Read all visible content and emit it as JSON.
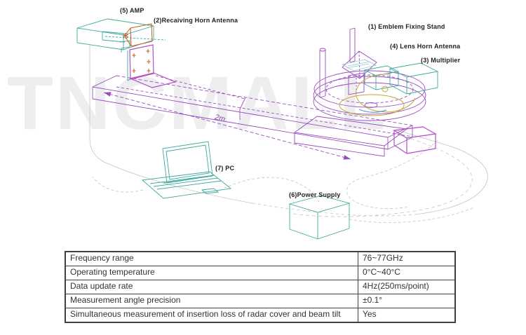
{
  "diagram": {
    "watermark": "TNCMALL",
    "labels": {
      "amp": "(5) AMP",
      "receiving_horn": "(2)Recaiving Horn Antenna",
      "emblem_stand": "(1) Emblem Fixing Stand",
      "lens_horn": "(4) Lens Horn Antenna",
      "multiplier": "(3) Multiplier",
      "pc": "(7) PC",
      "power_supply": "(6)Power Supply",
      "rail_length": "2m"
    },
    "colors": {
      "teal": "#3fa8a0",
      "purple": "#9a4ec0",
      "magenta": "#b44ec8",
      "orange": "#c85a17",
      "tan": "#c8a23a",
      "blue": "#55a0dd",
      "gray": "#c2c2c2"
    }
  },
  "spec_table": {
    "rows": [
      {
        "label": "Frequency range",
        "value": "76~77GHz"
      },
      {
        "label": "Operating temperature",
        "value": "0°C~40°C"
      },
      {
        "label": "Data update rate",
        "value": "4Hz(250ms/point)"
      },
      {
        "label": "Measurement angle precision",
        "value": "±0.1°"
      },
      {
        "label": "Simultaneous measurement of insertion loss of radar cover and beam tilt",
        "value": "Yes"
      }
    ]
  }
}
